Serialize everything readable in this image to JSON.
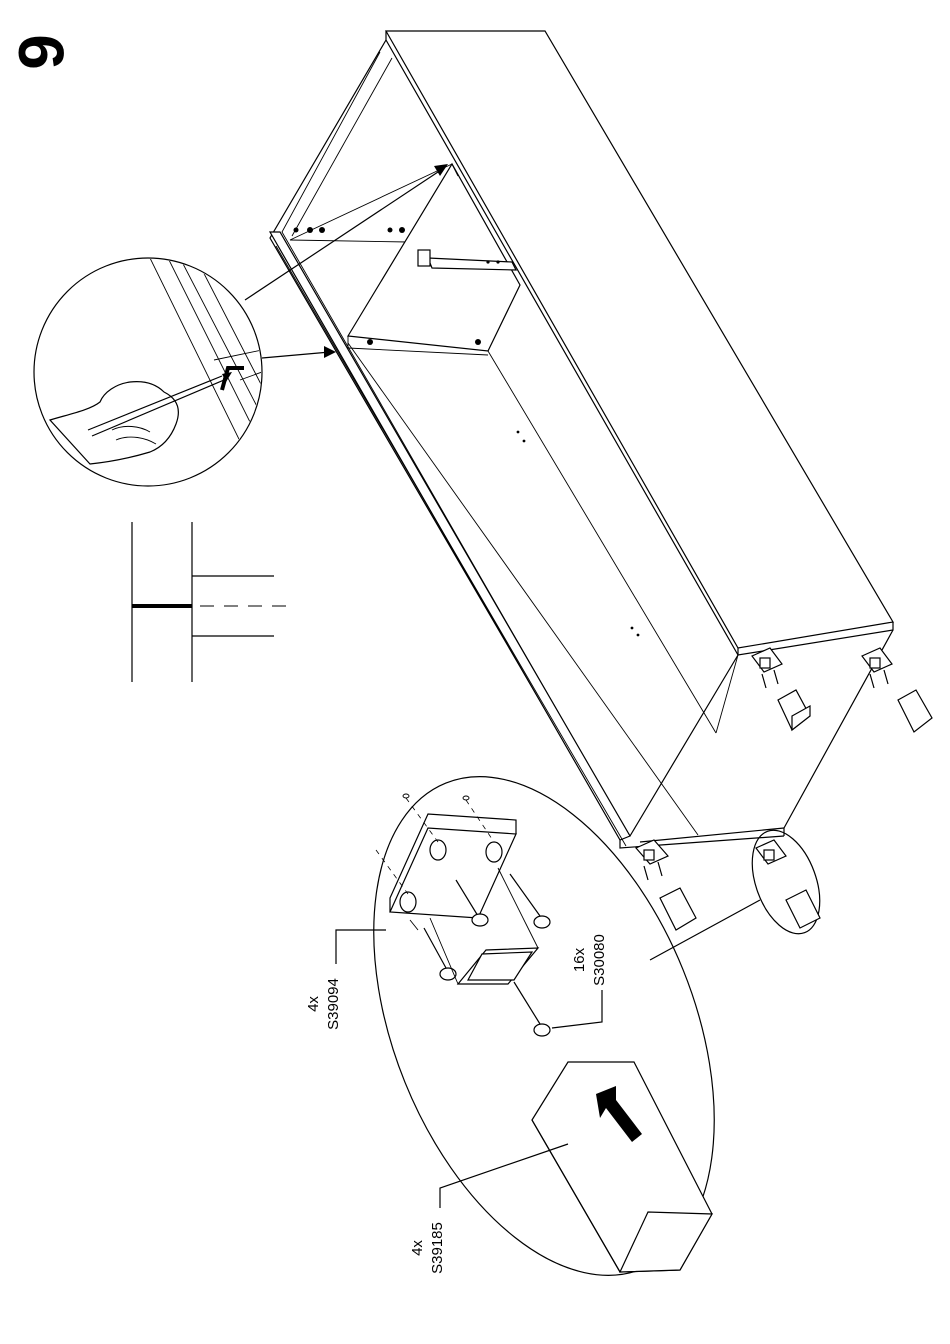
{
  "step": {
    "number": "6"
  },
  "parts": [
    {
      "qty": "4x",
      "code": "S39094",
      "name": "leveling-foot-plate"
    },
    {
      "qty": "16x",
      "code": "S30080",
      "name": "screw"
    },
    {
      "qty": "4x",
      "code": "S39185",
      "name": "foot"
    }
  ]
}
